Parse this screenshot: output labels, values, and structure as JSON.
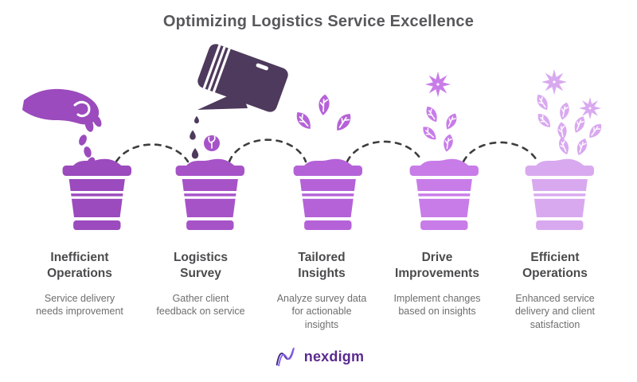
{
  "title": "Optimizing Logistics Service Excellence",
  "colors": {
    "background": "#ffffff",
    "title_text": "#57585b",
    "heading_text": "#4b4b4d",
    "description_text": "#6e6e70",
    "arc_dash": "#3e3e3e",
    "carton_dark": "#4e3a5c",
    "logo_text": "#5b2b8f",
    "logo_stroke_light": "#8a5ff0",
    "logo_stroke_dark": "#3d2580"
  },
  "stages": [
    {
      "heading": "Inefficient\nOperations",
      "description": "Service delivery\nneeds improvement",
      "color": "#9b4bbd",
      "icon": "hand-planting-seeds-icon"
    },
    {
      "heading": "Logistics\nSurvey",
      "description": "Gather client\nfeedback on service",
      "color": "#a753c8",
      "icon": "watering-carton-icon"
    },
    {
      "heading": "Tailored\nInsights",
      "description": "Analyze survey data\nfor actionable\ninsights",
      "color": "#b562d8",
      "icon": "sprouting-leaves-icon"
    },
    {
      "heading": "Drive\nImprovements",
      "description": "Implement changes\nbased on insights",
      "color": "#c87ce8",
      "icon": "flower-and-leaves-icon"
    },
    {
      "heading": "Efficient\nOperations",
      "description": "Enhanced service\ndelivery and client\nsatisfaction",
      "color": "#d9a9f0",
      "icon": "full-bloom-icon"
    }
  ],
  "logo": {
    "text": "nexdigm"
  }
}
